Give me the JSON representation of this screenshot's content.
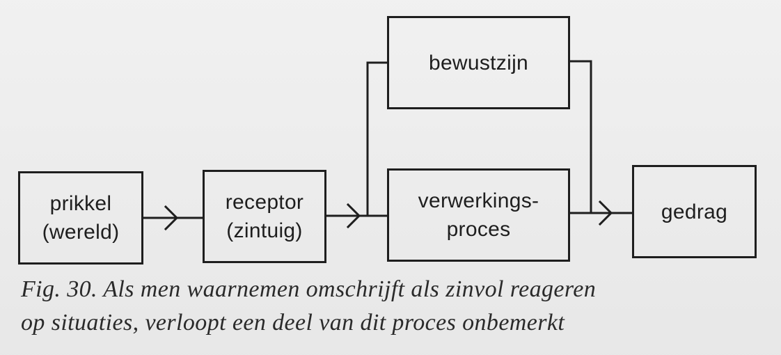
{
  "diagram": {
    "boxes": {
      "prikkel": {
        "line1": "prikkel",
        "line2": "(wereld)"
      },
      "receptor": {
        "line1": "receptor",
        "line2": "(zintuig)"
      },
      "bewustzijn": {
        "line1": "bewustzijn"
      },
      "verwerkingsproces": {
        "line1": "verwerkings-",
        "line2": "proces"
      },
      "gedrag": {
        "line1": "gedrag"
      }
    }
  },
  "caption": {
    "line1": "Fig. 30. Als men waarnemen omschrijft als zinvol reageren",
    "line2": "op situaties, verloopt een deel van dit proces onbemerkt"
  },
  "colors": {
    "ink": "#1e1e1e",
    "paper": "#ececec"
  }
}
